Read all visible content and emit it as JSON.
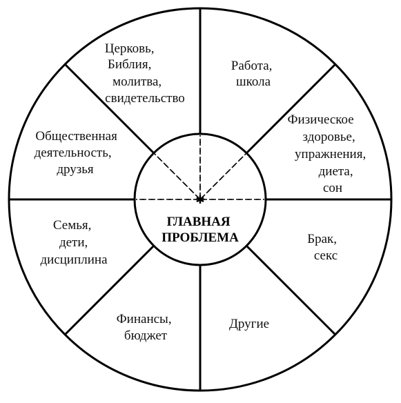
{
  "center": {
    "lines": [
      "ГЛАВНАЯ",
      "ПРОБЛЕМА"
    ]
  },
  "segments": [
    {
      "id": "church",
      "lines": [
        "Церковь,",
        "Библия,",
        "молитва,",
        "свидетельство"
      ]
    },
    {
      "id": "work",
      "lines": [
        "Работа,",
        "школа"
      ]
    },
    {
      "id": "health",
      "lines": [
        "Физическое",
        "здоровье,",
        "упражнения,",
        "диета,",
        "сон"
      ]
    },
    {
      "id": "marriage",
      "lines": [
        "Брак,",
        "секс"
      ]
    },
    {
      "id": "other",
      "lines": [
        "Другие"
      ]
    },
    {
      "id": "finance",
      "lines": [
        "Финансы,",
        "бюджет"
      ]
    },
    {
      "id": "family",
      "lines": [
        "Семья,",
        "дети,",
        "дисциплина"
      ]
    },
    {
      "id": "social",
      "lines": [
        "Общественная",
        "деятельность,",
        "друзья"
      ]
    }
  ],
  "colors": {
    "line": "#000000",
    "background": "#ffffff"
  },
  "icons": {
    "center_mark": "asterisk-icon"
  }
}
